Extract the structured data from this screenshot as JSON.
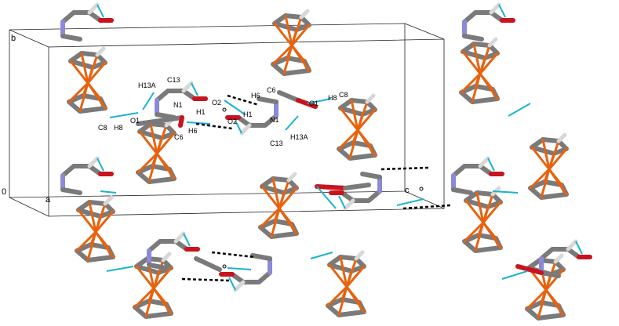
{
  "colors": {
    "carbon": "#7a7a7a",
    "carbon_dark": "#5c5c5c",
    "iron": "#e8620e",
    "oxygen": "#c8141e",
    "nitrogen": "#8a8ad8",
    "hydrogen": "#d8d8d8",
    "hbond_intra": "#18b4d2",
    "hbond_inter": "#000000",
    "cell": "#222222"
  },
  "cell_axes": {
    "a": "a",
    "b": "b",
    "c": "c",
    "origin": "0"
  },
  "atom_labels": {
    "h13a_1": "H13A",
    "c13_1": "C13",
    "n1_1": "N1",
    "h1_1": "H1",
    "o2_1": "O2",
    "o1_1": "O1",
    "c8_1": "C8",
    "h8_1": "H8",
    "c6_1": "C6",
    "h6_1": "H6",
    "h6_2": "H6",
    "o2_2": "O2",
    "c6_2": "C6",
    "h1_2": "H1",
    "n1_2": "N1",
    "o1_2": "O1",
    "h8_2": "H8",
    "c8_2": "C8",
    "c13_2": "C13",
    "h13a_2": "H13A"
  }
}
